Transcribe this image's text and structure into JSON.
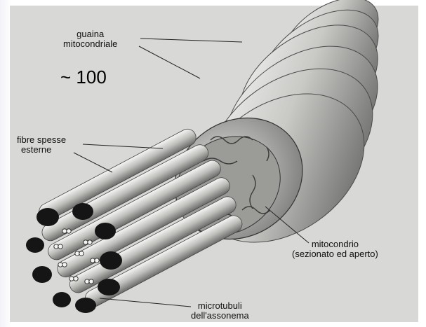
{
  "labels": {
    "guaina_line1": "guaina",
    "guaina_line2": "mitocondriale",
    "approx": "~ 100",
    "fibre_line1": "fibre spesse",
    "fibre_line2": "esterne",
    "mito_line1": "mitocondrio",
    "mito_line2": "(sezionato ed aperto)",
    "micro_line1": "microtubuli",
    "micro_line2": "dell'assonema"
  },
  "colors": {
    "background": "#d8d8d6",
    "sheath_light": "#f1f1ef",
    "sheath_mid": "#b9b9b6",
    "sheath_dark": "#5e5e5c",
    "fiber_section": "#151515",
    "line": "#222222"
  }
}
